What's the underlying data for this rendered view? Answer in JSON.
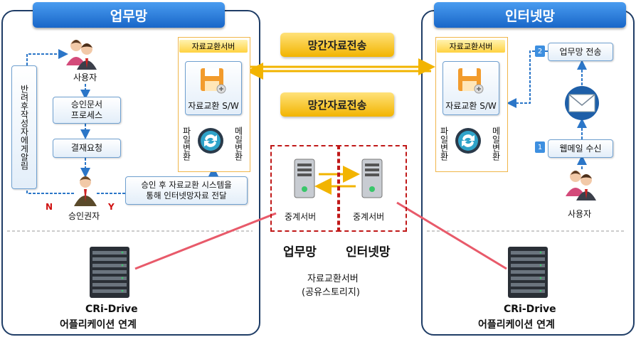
{
  "left_panel": {
    "title": "업무망",
    "user_label": "사용자",
    "approval_process": "승인문서\n프로세스",
    "settlement_request": "결재요청",
    "return_notice": "반려후작성자에게알림",
    "approver_label": "승인권자",
    "n_label": "N",
    "y_label": "Y",
    "transfer_note": "승인 후 자료교환 시스템을\n통해 인터넷망자료 전달",
    "server_tag": "자료교환서버",
    "sw_label": "자료교환 S/W",
    "file_convert": "파일변환",
    "mail_convert": "메일변환",
    "app_name": "CRi-Drive",
    "app_link": "어플리케이션 연계"
  },
  "center": {
    "transfer_top": "망간자료전송",
    "transfer_bottom": "망간자료전송",
    "relay_left": "중계서버",
    "relay_right": "중계서버",
    "net_left": "업무망",
    "net_right": "인터넷망",
    "storage_line1": "자료교환서버",
    "storage_line2": "(공유스토리지)"
  },
  "right_panel": {
    "title": "인터넷망",
    "server_tag": "자료교환서버",
    "sw_label": "자료교환 S/W",
    "file_convert": "파일변환",
    "mail_convert": "메일변환",
    "step2_num": "2",
    "step2_label": "업무망 전송",
    "step1_num": "1",
    "step1_label": "웹메일 수신",
    "user_label": "사용자",
    "app_name": "CRi-Drive",
    "app_link": "어플리케이션 연계"
  },
  "colors": {
    "panel_border": "#1f3d66",
    "header_blue": "#1866c8",
    "arrow_yellow": "#f2b400",
    "link_red": "#e85a6a",
    "dashed_red": "#c01818",
    "flow_blue": "#2b76c8"
  },
  "icons": {
    "user": "user-pair-icon",
    "approver": "businessman-icon",
    "floppy": "floppy-disk-icon",
    "sync": "sync-icon",
    "mail": "envelope-icon",
    "server": "server-tower-icon",
    "rack": "server-rack-icon"
  }
}
